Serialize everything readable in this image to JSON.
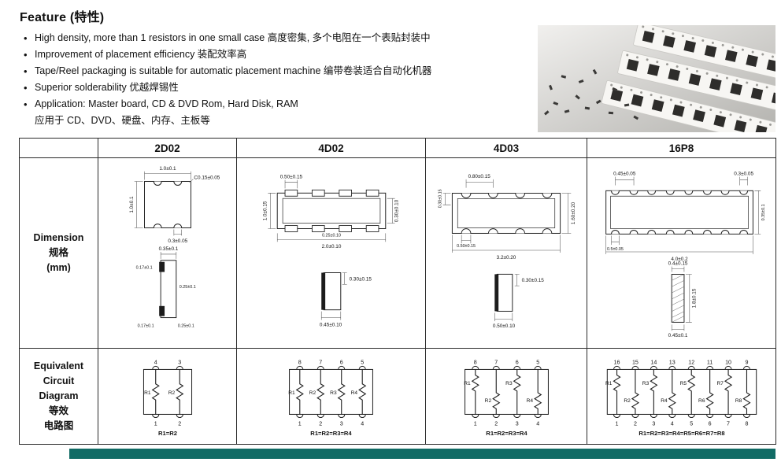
{
  "header": {
    "title": "Feature (特性)"
  },
  "features": [
    "High density, more than 1 resistors in one small case 高度密集, 多个电阻在一个表贴封装中",
    "Improvement of placement efficiency 装配效率高",
    "Tape/Reel packaging is suitable for automatic placement machine 编带卷装适合自动化机器",
    "Superior solderability 优越焊锡性",
    "Application: Master board, CD & DVD Rom, Hard Disk, RAM",
    "应用于 CD、DVD、硬盘、内存、主板等"
  ],
  "table": {
    "models": [
      "2D02",
      "4D02",
      "4D03",
      "16P8"
    ],
    "dimension_label": [
      "Dimension",
      "规格",
      "(mm)"
    ],
    "circuit_label": [
      "Equivalent",
      "Circuit",
      "Diagram",
      "等效",
      "电路图"
    ]
  },
  "dims": {
    "d2d02": {
      "top": "1.0±0.1",
      "corner": "C0.15±0.05",
      "left": "1.0±0.1",
      "pad": "0.3±0.05",
      "side_top": "0.35±0.1",
      "side_left": "0.17±0.1",
      "side_right": "0.25±0.1",
      "side_bot_left": "0.17±0.1",
      "side_bot_right": "0.25±0.1"
    },
    "d4d02": {
      "top": "0.50±0.15",
      "left": "1.0±0.15",
      "right": "0.30±0.10",
      "inner": "0.25±0.10",
      "bottom": "2.0±0.10",
      "side_right": "0.30±0.15",
      "side_bottom": "0.45±0.10"
    },
    "d4d03": {
      "top": "0.80±0.15",
      "left": "0.30±0.15",
      "right": "1.60±0.20",
      "inner": "0.50±0.15",
      "bottom": "3.2±0.20",
      "side_right": "0.30±0.15",
      "side_bottom": "0.50±0.10"
    },
    "d16p8": {
      "top_left": "0.45±0.05",
      "top_right": "0.3±0.05",
      "right": "0.35±0.1",
      "inner": "0.5±0.05",
      "bottom": "4.0±0.2",
      "side_top": "0.4±0.15",
      "side_right": "1.8±0.15",
      "side_bottom": "0.45±0.1"
    }
  },
  "circuits": {
    "c2d02": {
      "top_pins": [
        "4",
        "3"
      ],
      "bottom_pins": [
        "1",
        "2"
      ],
      "r": [
        "R1",
        "R2"
      ],
      "equation": "R1=R2"
    },
    "c4d02": {
      "top_pins": [
        "8",
        "7",
        "6",
        "5"
      ],
      "bottom_pins": [
        "1",
        "2",
        "3",
        "4"
      ],
      "r": [
        "R1",
        "R2",
        "R3",
        "R4"
      ],
      "equation": "R1=R2=R3=R4"
    },
    "c4d03": {
      "top_pins": [
        "8",
        "7",
        "6",
        "5"
      ],
      "bottom_pins": [
        "1",
        "2",
        "3",
        "4"
      ],
      "r": [
        "R1",
        "R2",
        "R3",
        "R4"
      ],
      "equation": "R1=R2=R3=R4"
    },
    "c16p8": {
      "top_pins": [
        "16",
        "15",
        "14",
        "13",
        "12",
        "11",
        "10",
        "9"
      ],
      "bottom_pins": [
        "1",
        "2",
        "3",
        "4",
        "5",
        "6",
        "7",
        "8"
      ],
      "r": [
        "R1",
        "R2",
        "R3",
        "R4",
        "R5",
        "R6",
        "R7",
        "R8"
      ],
      "equation": "R1=R2=R3=R4=R5=R6=R7=R8"
    }
  },
  "colors": {
    "accent_bar": "#116b65",
    "accent_bar_style": "background:#116b65"
  }
}
